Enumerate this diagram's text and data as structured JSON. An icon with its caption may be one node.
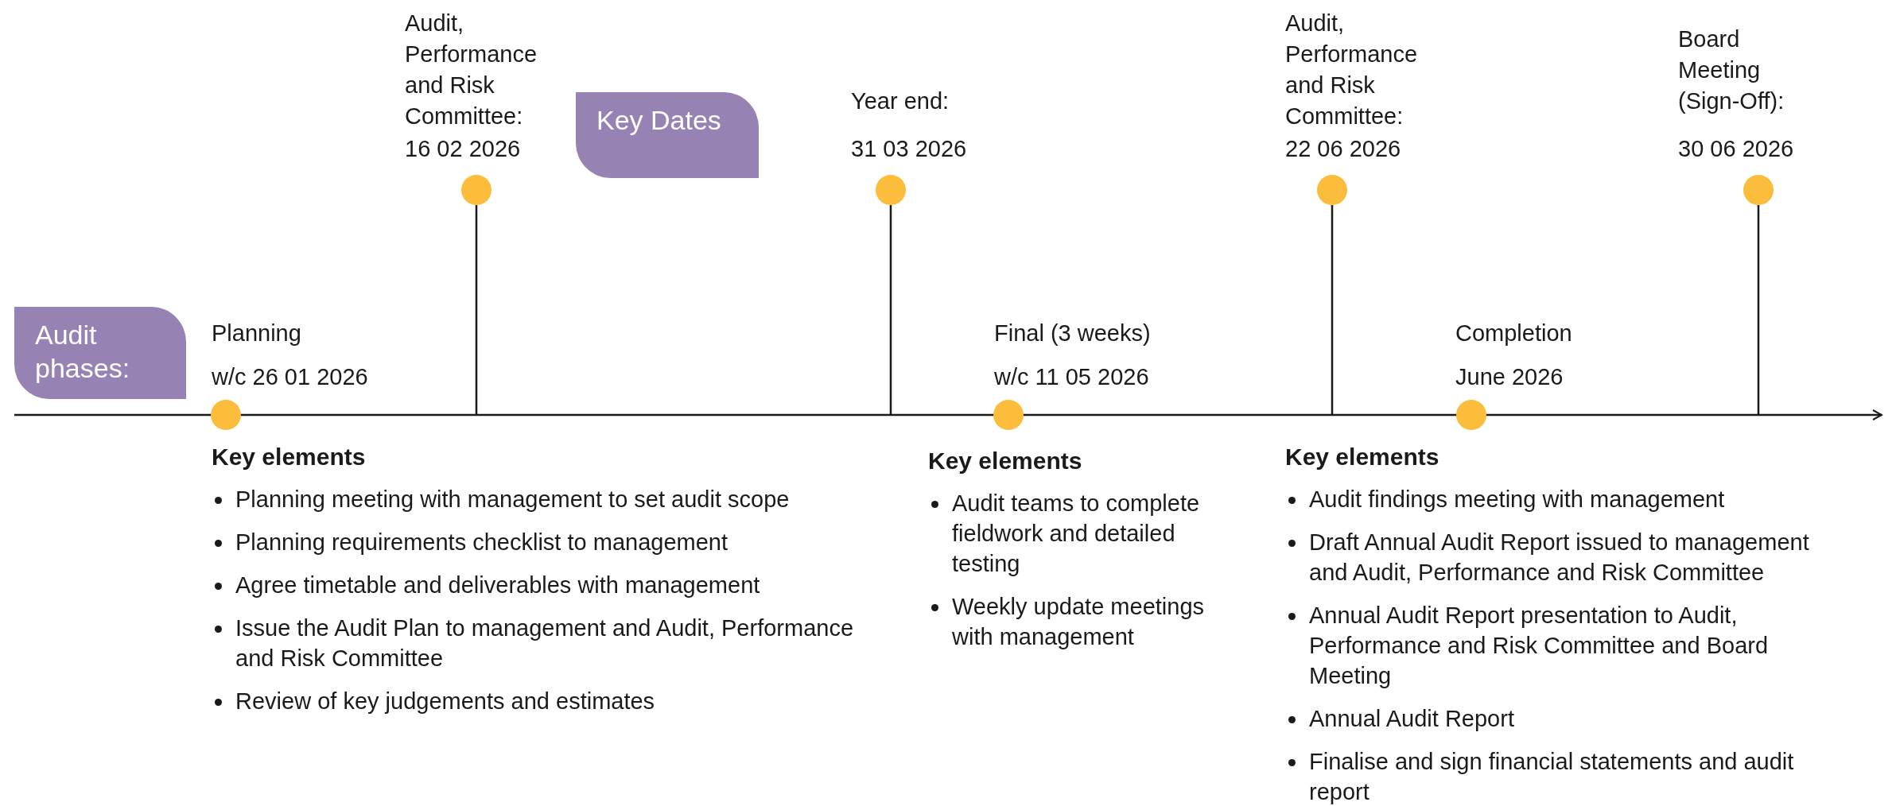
{
  "diagram": {
    "nodes": [
      {
        "text": [
          "Audit phases:"
        ]
      },
      {
        "text": [
          "Key Dates"
        ]
      },
      {
        "text": [
          "Audit, Performance and Risk Committee:",
          "16 02 2026"
        ]
      },
      {
        "text": [
          "Year end:",
          "31 03 2026"
        ]
      },
      {
        "text": [
          "Audit, Performance and Risk Committee:",
          "22 06 2026"
        ]
      },
      {
        "text": [
          "Board Meeting (Sign-Off):",
          "30 06 2026"
        ]
      },
      {
        "text": [
          "Planning",
          "w/c 26 01 2026"
        ]
      },
      {
        "text": [
          "Final (3 weeks)",
          "w/c 11 05 2026"
        ]
      },
      {
        "text": [
          "Completion",
          "June 2026"
        ]
      }
    ],
    "labels": [
      "Key elements",
      "Planning meeting with management to set audit scope",
      "Planning requirements checklist to management",
      "Agree timetable and deliverables with management",
      "Issue the Audit Plan to management and Audit, Performance and Risk Committee",
      "Review of key judgements and estimates",
      "Key elements",
      "Audit teams to complete fieldwork and detailed testing",
      "Weekly update meetings with management",
      "Key elements",
      "Audit findings meeting with management",
      "Draft Annual Audit Report issued to management and Audit, Performance and Risk Committee",
      "Annual Audit Report presentation to Audit, Performance and Risk Committee and Board Meeting",
      "Annual Audit Report",
      "Finalise and sign financial statements and audit report"
    ]
  }
}
